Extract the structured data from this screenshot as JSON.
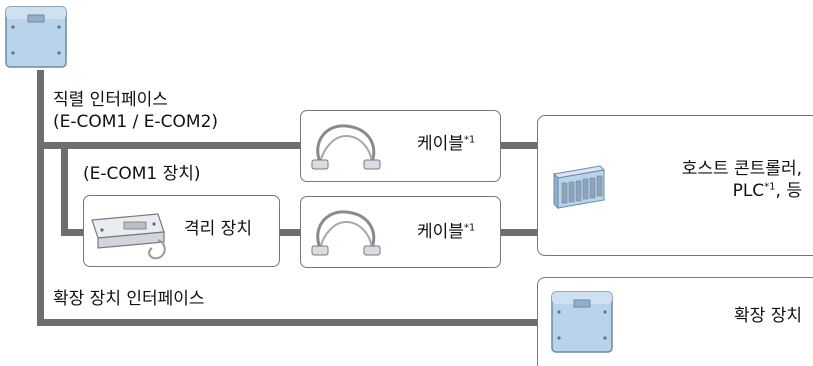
{
  "labels": {
    "serial_interface_line1": "직렬 인터페이스",
    "serial_interface_line2": "(E-COM1 / E-COM2)",
    "ecom1_device": "(E-COM1 장치)",
    "cable_top": "케이블",
    "cable_top_sup": "*1",
    "cable_bottom": "케이블",
    "cable_bottom_sup": "*1",
    "isolation_device": "격리 장치",
    "host_controller_line1": "호스트 콘트롤러,",
    "host_controller_line2_a": "PLC",
    "host_controller_line2_sup": "*1",
    "host_controller_line2_b": ", 등",
    "expansion_interface": "확장 장치 인터페이스",
    "expansion_device": "확장 장치"
  },
  "icons": {
    "main_unit": "main-unit-icon",
    "cable": "serial-cable-icon",
    "isolator": "isolation-unit-icon",
    "plc": "plc-icon",
    "expansion": "expansion-unit-icon"
  },
  "colors": {
    "line": "#6e6e6e",
    "unit_fill": "#b9d3ea",
    "unit_stroke": "#6d8aa6",
    "box_border": "#777777"
  }
}
